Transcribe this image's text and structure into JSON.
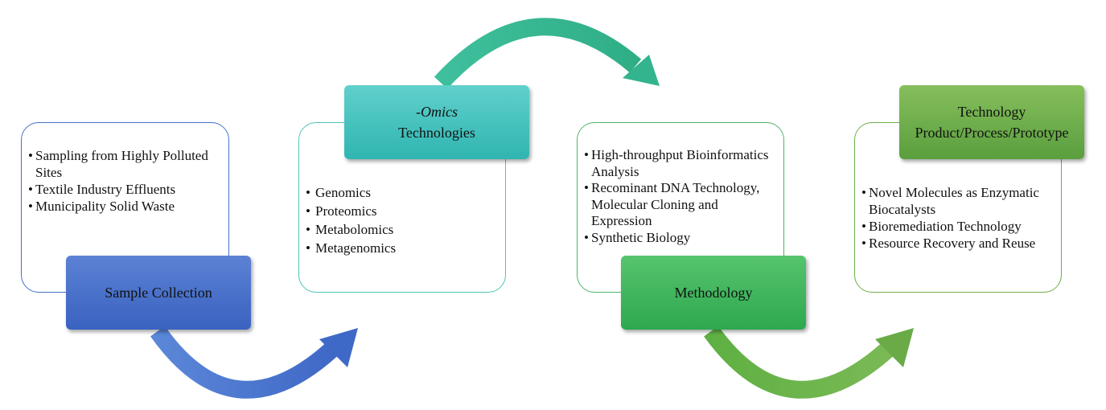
{
  "colors": {
    "sample": "#3f69c6",
    "omics": "#3dbfba",
    "methodology": "#3aae57",
    "technology": "#6aab48"
  },
  "stages": [
    {
      "title_line1": "Sample Collection",
      "items": [
        "Sampling from Highly Polluted Sites",
        "Textile Industry Effluents",
        "Municipality Solid Waste"
      ]
    },
    {
      "title_line1": "-Omics",
      "title_line2": "Technologies",
      "items": [
        "Genomics",
        "Proteomics",
        "Metabolomics",
        "Metagenomics"
      ]
    },
    {
      "title_line1": "Methodology",
      "items": [
        "High-throughput Bioinformatics Analysis",
        "Recominant DNA Technology, Molecular Cloning and Expression",
        "Synthetic Biology"
      ]
    },
    {
      "title_line1": "Technology",
      "title_line2": "Product/Process/Prototype",
      "items": [
        "Novel Molecules as Enzymatic Biocatalysts",
        "Bioremediation Technology",
        "Resource Recovery and Reuse"
      ]
    }
  ]
}
